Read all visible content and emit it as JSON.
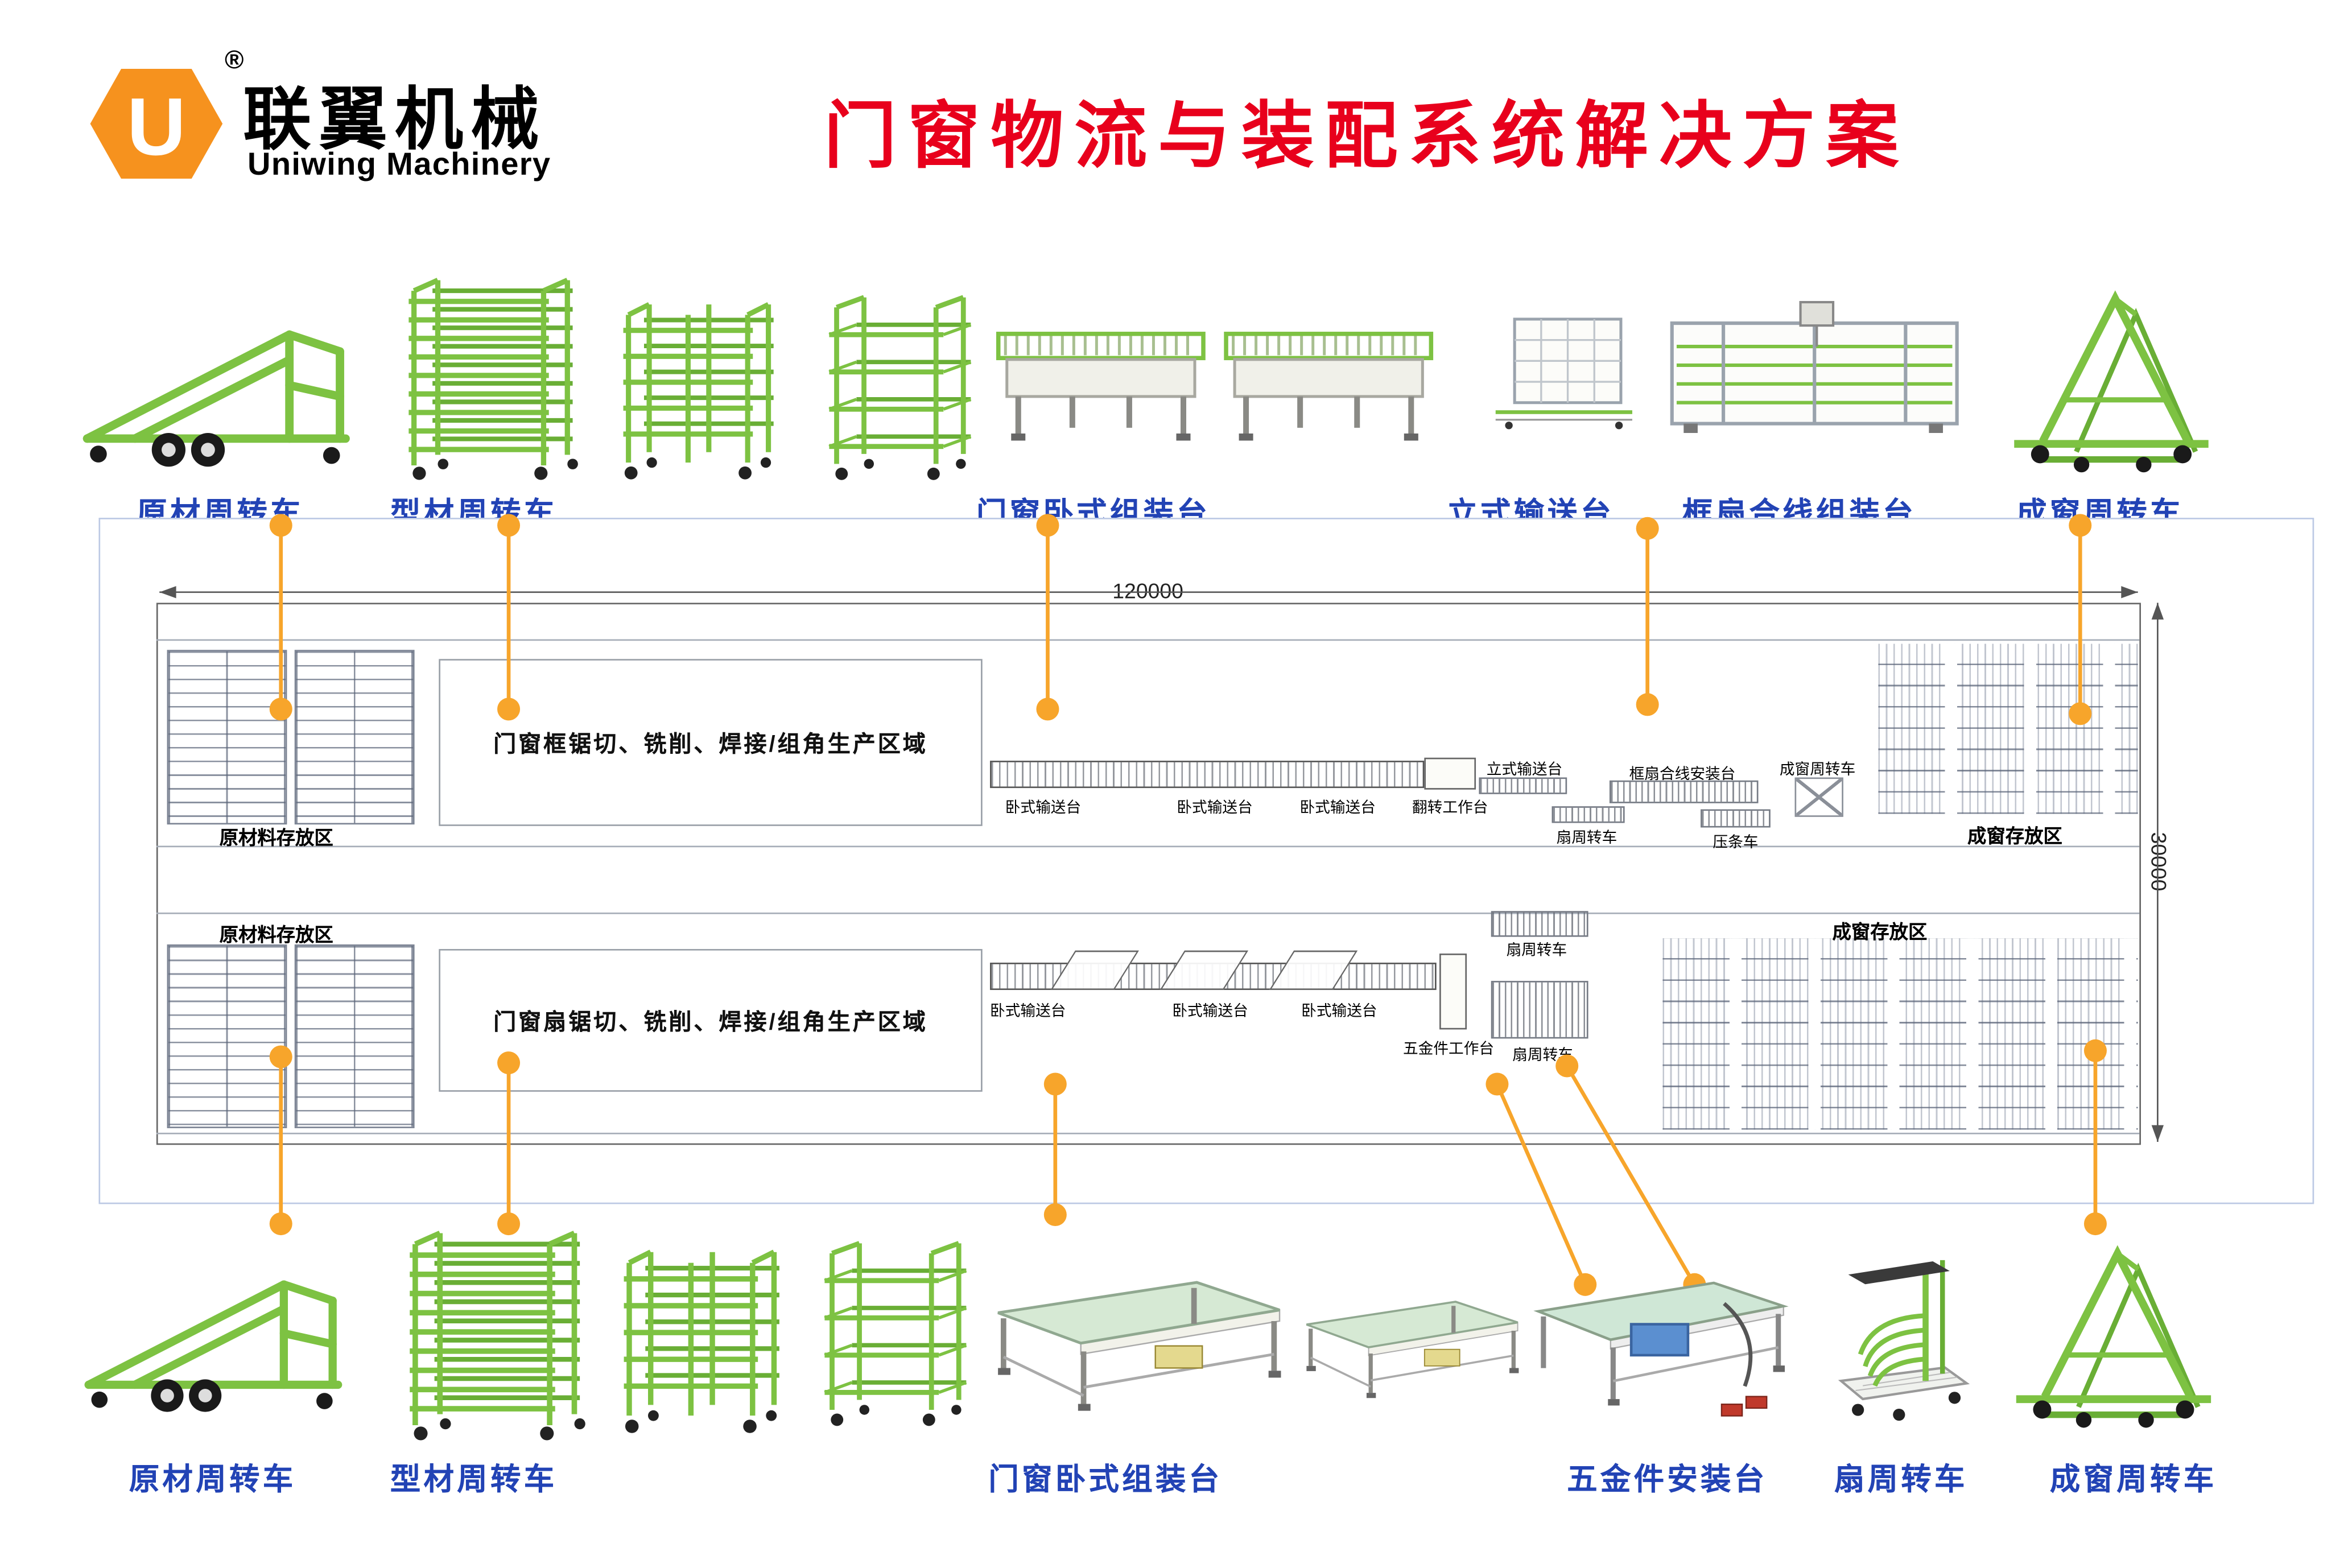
{
  "header": {
    "brand_cn": "联翼机械",
    "brand_en": "Uniwing Machinery",
    "registered": "®",
    "title": "门窗物流与装配系统解决方案"
  },
  "colors": {
    "logo_orange": "#F6921E",
    "title_red": "#E8001C",
    "label_blue": "#2243B5",
    "equipment_green": "#7DC242",
    "leader_orange": "#F7A52B"
  },
  "top_row": [
    "原材周转车",
    "型材周转车",
    "门窗卧式组装台",
    "立式输送台",
    "框扇合线组装台",
    "成窗周转车"
  ],
  "bottom_row": [
    "原材周转车",
    "型材周转车",
    "门窗卧式组装台",
    "五金件安装台",
    "扇周转车",
    "成窗周转车"
  ],
  "plan": {
    "dim_width": "120000",
    "dim_height": "30000",
    "raw_storage_top": "原材料存放区",
    "raw_storage_bottom": "原材料存放区",
    "frame_area": "门窗框锯切、铣削、焊接/组角生产区域",
    "sash_area": "门窗扇锯切、铣削、焊接/组角生产区域",
    "finished_top": "成窗存放区",
    "finished_bottom": "成窗存放区",
    "line1": [
      "卧式输送台",
      "卧式输送台",
      "卧式输送台",
      "翻转工作台",
      "立式输送台",
      "框扇合线安装台",
      "扇周转车",
      "压条车",
      "成窗周转车"
    ],
    "line2": [
      "卧式输送台",
      "卧式输送台",
      "卧式输送台",
      "五金件工作台",
      "扇周转车",
      "扇周转车"
    ]
  }
}
